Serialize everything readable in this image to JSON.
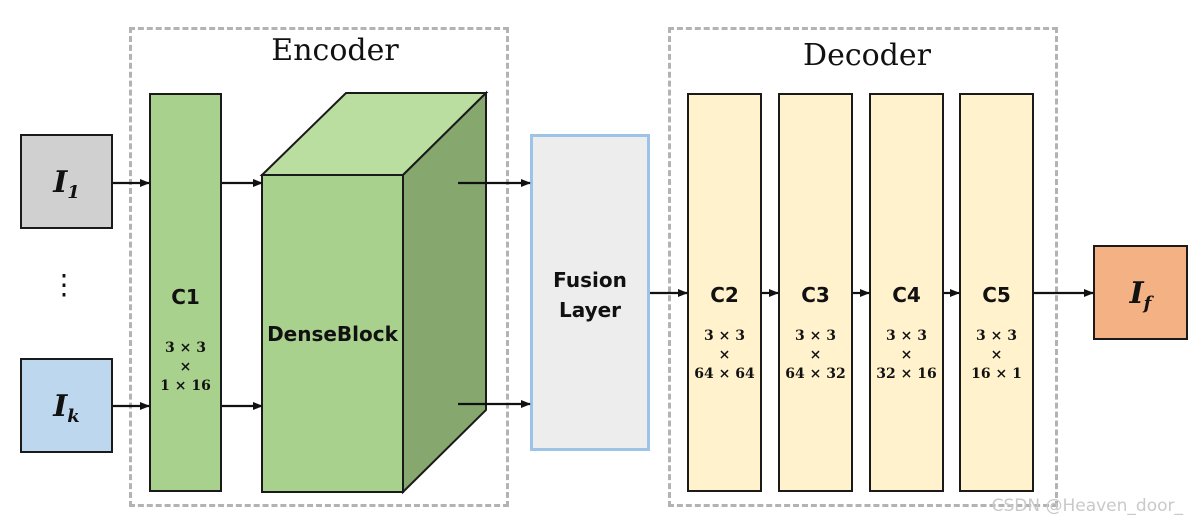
{
  "encoder": {
    "title": "Encoder"
  },
  "decoder": {
    "title": "Decoder"
  },
  "inputs": {
    "first": {
      "base": "I",
      "sub": "1"
    },
    "last": {
      "base": "I",
      "sub": "k"
    },
    "ellipsis": "⋮"
  },
  "c1": {
    "name": "C1",
    "dims": [
      "3 × 3",
      "×",
      "1 × 16"
    ]
  },
  "denseblock": {
    "label": "DenseBlock"
  },
  "fusion": {
    "label_line1": "Fusion",
    "label_line2": "Layer"
  },
  "decoder_layers": [
    {
      "name": "C2",
      "dims": [
        "3 × 3",
        "×",
        "64 × 64"
      ]
    },
    {
      "name": "C3",
      "dims": [
        "3 × 3",
        "×",
        "64 × 32"
      ]
    },
    {
      "name": "C4",
      "dims": [
        "3 × 3",
        "×",
        "32 × 16"
      ]
    },
    {
      "name": "C5",
      "dims": [
        "3 × 3",
        "×",
        "16 × 1"
      ]
    }
  ],
  "output": {
    "base": "I",
    "sub": "f"
  },
  "watermark": "CSDN @Heaven_door_",
  "colors": {
    "input_gray": "#d0d0d0",
    "input_blue": "#bdd7ee",
    "encoder_green": "#a9d18e",
    "dense_top": "#badea0",
    "dense_side": "#86a86e",
    "fusion_fill": "#ededed",
    "fusion_border": "#9dc3e6",
    "decoder_yellow": "#fff2cc",
    "output_orange": "#f4b183"
  }
}
